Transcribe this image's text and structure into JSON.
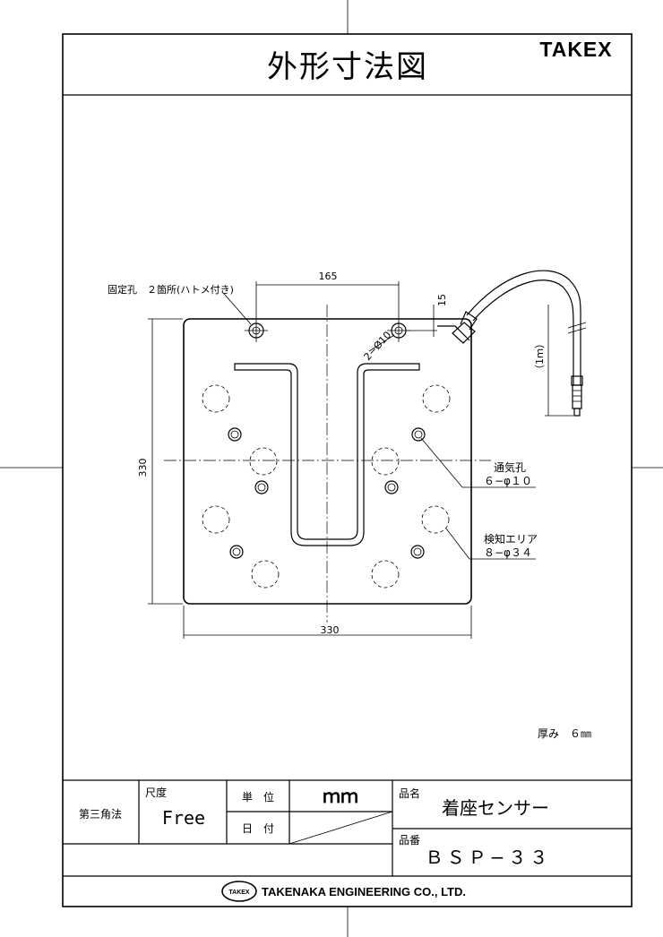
{
  "header": {
    "title": "外形寸法図",
    "brand": "TAKEX"
  },
  "drawing": {
    "fixing_holes_label": "固定孔　２箇所(ハトメ付き)",
    "dim_top": "165",
    "dim_hole_offset": "15",
    "dim_hole_diameter": "2−Ø10",
    "dim_height": "330",
    "dim_width": "330",
    "cable_length": "（1ｍ）",
    "vent_label": "通気孔",
    "vent_spec": "６−φ１０",
    "sensing_label": "検知エリア",
    "sensing_spec": "８−φ３４",
    "thickness": "厚み　６㎜"
  },
  "title_block": {
    "projection": "第三角法",
    "scale_label": "尺度",
    "scale_value": "Free",
    "unit_label": "単　位",
    "unit_value": "ｍｍ",
    "date_label": "日　付",
    "product_name_label": "品名",
    "product_name": "着座センサー",
    "product_number_label": "品番",
    "product_number": "ＢＳＰ−３３"
  },
  "footer": {
    "logo_text": "TAKEX",
    "company": "TAKENAKA ENGINEERING CO., LTD."
  }
}
